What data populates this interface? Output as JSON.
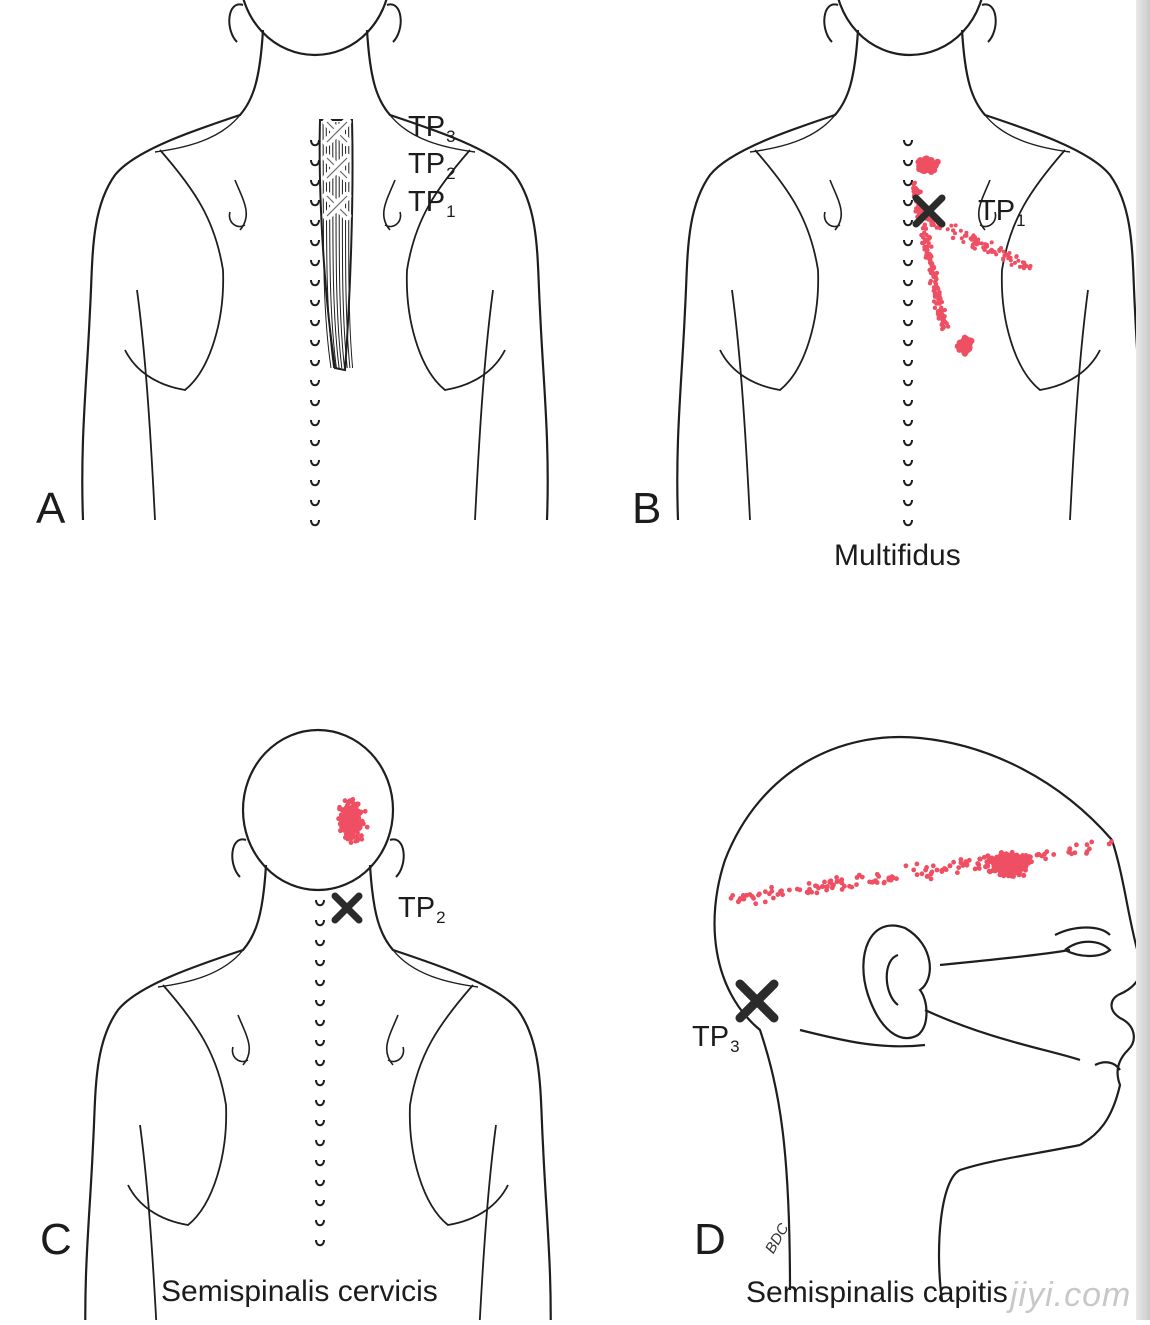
{
  "panels": {
    "a": {
      "letter": "A",
      "tp3": "TP",
      "tp3_sub": "3",
      "tp2": "TP",
      "tp2_sub": "2",
      "tp1": "TP",
      "tp1_sub": "1"
    },
    "b": {
      "letter": "B",
      "tp": "TP",
      "tp_sub": "1",
      "caption": "Multifidus"
    },
    "c": {
      "letter": "C",
      "tp": "TP",
      "tp_sub": "2",
      "caption": "Semispinalis cervicis"
    },
    "d": {
      "letter": "D",
      "tp": "TP",
      "tp_sub": "3",
      "caption": "Semispinalis capitis",
      "signature": "BDC"
    }
  },
  "watermark": "jiyi.com",
  "colors": {
    "referred_pain": "#ef4f63",
    "outline": "#1e1e1e",
    "marker": "#2b2b2b"
  }
}
